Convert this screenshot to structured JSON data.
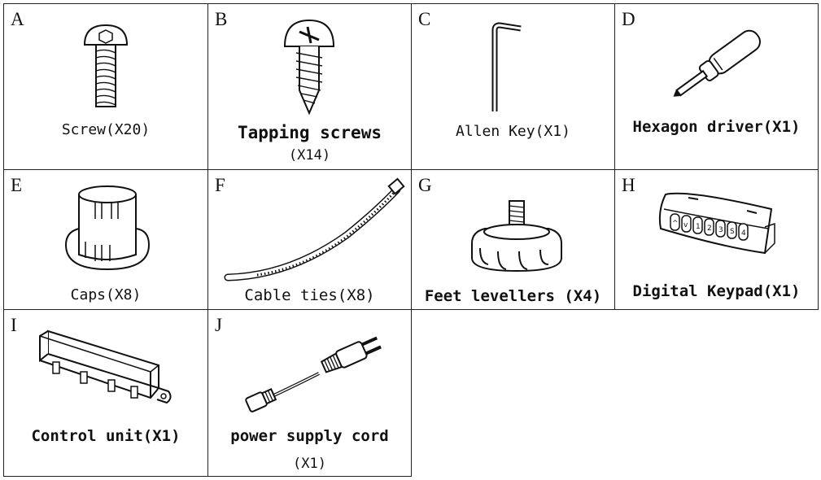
{
  "items": [
    {
      "letter": "A",
      "caption": "Screw(X20)",
      "icon": "screw-icon"
    },
    {
      "letter": "B",
      "caption": "Tapping screws",
      "qty": "(X14)",
      "icon": "tapping-screw-icon"
    },
    {
      "letter": "C",
      "caption": "Allen Key(X1)",
      "icon": "allen-key-icon"
    },
    {
      "letter": "D",
      "caption": "Hexagon driver(X1)",
      "icon": "screwdriver-icon"
    },
    {
      "letter": "E",
      "caption": "Caps(X8)",
      "icon": "cap-icon"
    },
    {
      "letter": "F",
      "caption": "Cable ties(X8)",
      "icon": "cable-tie-icon"
    },
    {
      "letter": "G",
      "caption": "Feet levellers (X4)",
      "icon": "feet-leveller-icon"
    },
    {
      "letter": "H",
      "caption": "Digital Keypad(X1)",
      "icon": "keypad-icon",
      "keypad_keys": [
        "^",
        "v",
        "1",
        "2",
        "3",
        "S",
        "4"
      ]
    },
    {
      "letter": "I",
      "caption": "Control unit(X1)",
      "icon": "control-unit-icon"
    },
    {
      "letter": "J",
      "caption": "power supply cord",
      "qty": "(X1)",
      "icon": "power-cord-icon"
    }
  ]
}
